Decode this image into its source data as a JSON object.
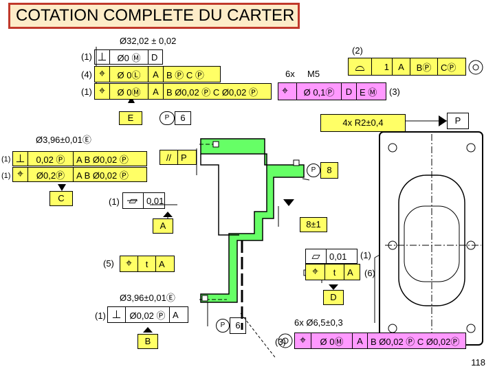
{
  "title": "COTATION COMPLETE DU CARTER",
  "page_number": "118",
  "top": {
    "dim_diameter": "Ø32,02 ± 0,02",
    "ref2": "(2)",
    "row1": {
      "ref": "(1)",
      "symbol": "⊥",
      "tol": "Ø0 Ⓜ",
      "datum": "D"
    },
    "row2": {
      "ref": "(4)",
      "symbol": "⌖",
      "tol": "Ø 0Ⓛ",
      "datum1": "A",
      "datum2": "B Ⓟ C Ⓟ"
    },
    "row3": {
      "ref": "(1)",
      "symbol": "⌖",
      "tol": "Ø 0Ⓜ",
      "datum1": "A",
      "datum2": "B Ø0,02 Ⓟ  C Ø0,02 Ⓟ"
    },
    "datum_e": "E",
    "p_circle": "P",
    "p_value": "6"
  },
  "right_top": {
    "count": "6x",
    "thread": "M5",
    "profile_box": {
      "symbol": "⌓",
      "value": "1",
      "d1": "A",
      "d2": "BⓅ",
      "d3": "CⓅ"
    },
    "pos_box": {
      "symbol": "⌖",
      "tol": "Ø 0,1Ⓟ",
      "d1": "D",
      "d2": "E Ⓜ"
    },
    "ref3": "(3)",
    "radius": "4x R2±0,4",
    "datum_p": "P"
  },
  "left_mid": {
    "dim": "Ø3,96±0,01Ⓔ",
    "row1": {
      "ref": "(1)",
      "symbol": "⊥",
      "tol": "0,02 Ⓟ",
      "datums": "A  B Ø0,02 Ⓟ"
    },
    "row2": {
      "ref": "(1)",
      "symbol": "⌖",
      "tol": "Ø0,2Ⓟ",
      "datums": "A  B Ø0,02 Ⓟ"
    },
    "datum_c": "C",
    "parallel": {
      "symbol": "//",
      "datum": "P"
    },
    "p_circle": "P",
    "p_value": "8",
    "flat": {
      "ref": "(1)",
      "symbol": "▱",
      "value": "0,01"
    },
    "datum_a": "A",
    "height_dim": "8±1"
  },
  "lower": {
    "ref5": "(5)",
    "pos5": {
      "symbol": "⌖",
      "t": "t",
      "datum": "A"
    },
    "flat_right": {
      "symbol": "▱",
      "value": "0,01",
      "ref": "(1)"
    },
    "pos6": {
      "symbol": "⌖",
      "t": "t",
      "datum": "A",
      "ref": "(6)"
    },
    "datum_d": "D",
    "dim": "Ø3,96±0,01Ⓔ",
    "perp": {
      "ref": "(1)",
      "symbol": "⊥",
      "tol": "Ø0,02 Ⓟ",
      "datum": "A"
    },
    "datum_b": "B",
    "p_circle": "P",
    "p_value": "6",
    "holes": "6x Ø6,5±0,3",
    "bottom_frame": {
      "ref": "(3)",
      "symbol": "⌖",
      "tol": "Ø 0Ⓜ",
      "d1": "A",
      "d2": "B Ø0,02 Ⓟ  C Ø0,02Ⓟ"
    }
  },
  "colors": {
    "highlight": "#ffff66",
    "pink": "#ff99ff",
    "part": "#66ff66",
    "title_border": "#c0392b",
    "title_bg": "#fdecc8"
  }
}
